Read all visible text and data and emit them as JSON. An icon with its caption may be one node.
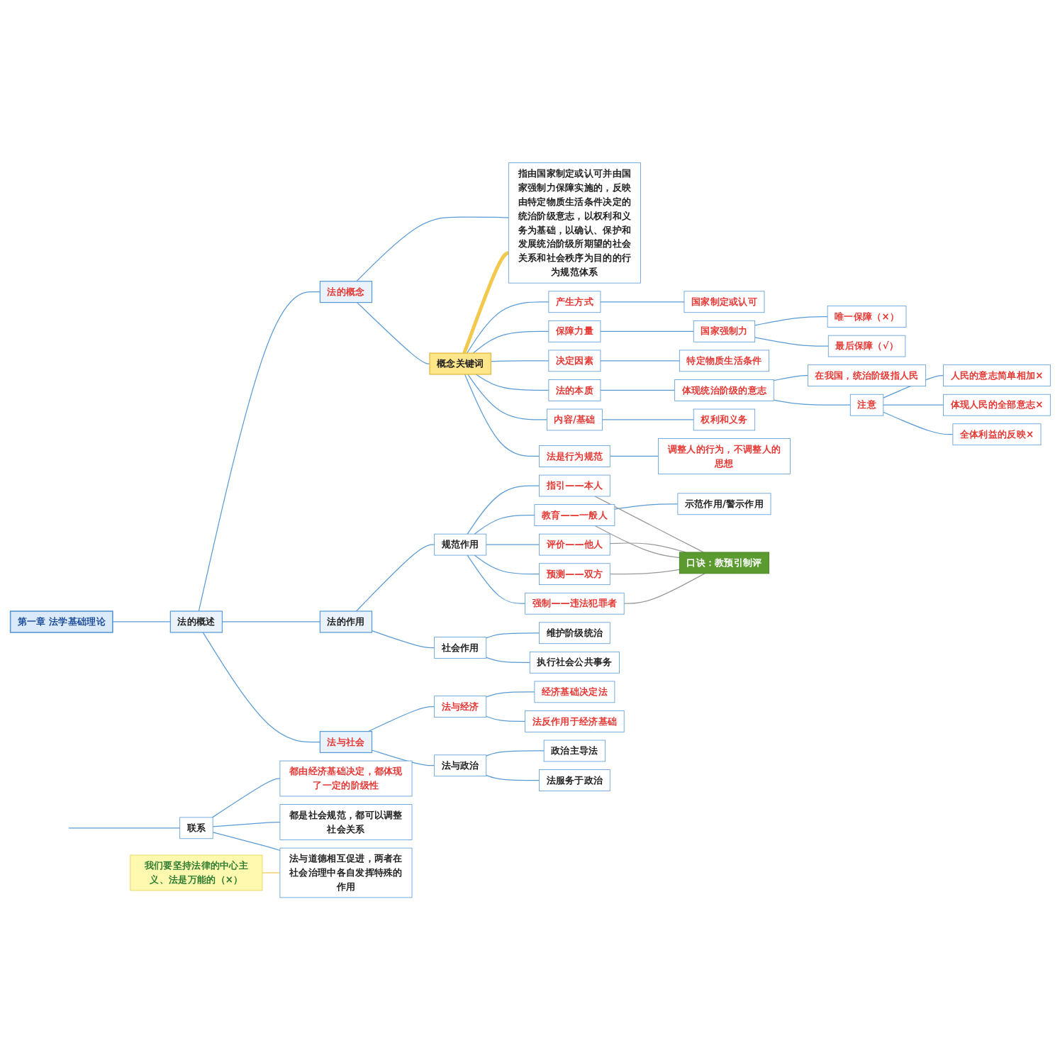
{
  "diagram": {
    "nodes": [
      {
        "text": [
          "第一章 法学基础理论"
        ]
      },
      {
        "text": [
          "法的概述"
        ]
      },
      {
        "text": [
          "法的概念"
        ]
      },
      {
        "text": [
          "指由国家制定或认可并由国家强制力保障实施的，反映由特定物质生活条件决定的统治阶级意志，以权利和义务为基础，以确认、保护和发展统治阶级所期望的社会关系和社会秩序为目的的行为规范体系"
        ]
      },
      {
        "text": [
          "概念关键词"
        ]
      },
      {
        "text": [
          "产生方式"
        ]
      },
      {
        "text": [
          "国家制定或认可"
        ]
      },
      {
        "text": [
          "保障力量"
        ]
      },
      {
        "text": [
          "国家强制力"
        ]
      },
      {
        "text": [
          "唯一保障（×）"
        ]
      },
      {
        "text": [
          "最后保障（√）"
        ]
      },
      {
        "text": [
          "决定因素"
        ]
      },
      {
        "text": [
          "特定物质生活条件"
        ]
      },
      {
        "text": [
          "法的本质"
        ]
      },
      {
        "text": [
          "体现统治阶级的意志"
        ]
      },
      {
        "text": [
          "在我国，统治阶级指人民"
        ]
      },
      {
        "text": [
          "注意"
        ]
      },
      {
        "text": [
          "人民的意志简单相加×"
        ]
      },
      {
        "text": [
          "体现人民的全部意志×"
        ]
      },
      {
        "text": [
          "全体利益的反映×"
        ]
      },
      {
        "text": [
          "内容/基础"
        ]
      },
      {
        "text": [
          "权利和义务"
        ]
      },
      {
        "text": [
          "法是行为规范"
        ]
      },
      {
        "text": [
          "调整人的行为，不调整人的思想"
        ]
      },
      {
        "text": [
          "法的作用"
        ]
      },
      {
        "text": [
          "规范作用"
        ]
      },
      {
        "text": [
          "指引——本人"
        ]
      },
      {
        "text": [
          "评价——他人"
        ]
      },
      {
        "text": [
          "教育——一般人"
        ]
      },
      {
        "text": [
          "示范作用/警示作用"
        ]
      },
      {
        "text": [
          "预测——双方"
        ]
      },
      {
        "text": [
          "强制——违法犯罪者"
        ]
      },
      {
        "text": [
          "口诀：教预引制评"
        ]
      },
      {
        "text": [
          "社会作用"
        ]
      },
      {
        "text": [
          "维护阶级统治"
        ]
      },
      {
        "text": [
          "执行社会公共事务"
        ]
      },
      {
        "text": [
          "法与社会"
        ]
      },
      {
        "text": [
          "法与经济"
        ]
      },
      {
        "text": [
          "经济基础决定法"
        ]
      },
      {
        "text": [
          "法反作用于经济基础"
        ]
      },
      {
        "text": [
          "法与政治"
        ]
      },
      {
        "text": [
          "政治主导法"
        ]
      },
      {
        "text": [
          "法服务于政治"
        ]
      },
      {
        "text": [
          "联系"
        ]
      },
      {
        "text": [
          "都由经济基础决定，都体现了一定的阶级性"
        ]
      },
      {
        "text": [
          "都是社会规范，都可以调整社会关系"
        ]
      },
      {
        "text": [
          "我们要坚持法律的中心主义、法是万能的（×）"
        ]
      },
      {
        "text": [
          "法与道德相互促进，两者在社会治理中各自发挥特殊的作用"
        ]
      }
    ],
    "edges": [
      {
        "from": 0,
        "to": 1,
        "arrow": "none"
      },
      {
        "from": 1,
        "to": 2,
        "arrow": "none"
      },
      {
        "from": 1,
        "to": 24,
        "arrow": "none"
      },
      {
        "from": 1,
        "to": 36,
        "arrow": "none"
      },
      {
        "from": 2,
        "to": 3,
        "arrow": "none"
      },
      {
        "from": 2,
        "to": 4,
        "arrow": "none"
      },
      {
        "from": 4,
        "to": 5,
        "arrow": "none"
      },
      {
        "from": 5,
        "to": 6,
        "arrow": "none"
      },
      {
        "from": 4,
        "to": 7,
        "arrow": "none"
      },
      {
        "from": 7,
        "to": 8,
        "arrow": "none"
      },
      {
        "from": 8,
        "to": 9,
        "arrow": "none"
      },
      {
        "from": 8,
        "to": 10,
        "arrow": "none"
      },
      {
        "from": 4,
        "to": 11,
        "arrow": "none"
      },
      {
        "from": 11,
        "to": 12,
        "arrow": "none"
      },
      {
        "from": 4,
        "to": 13,
        "arrow": "none"
      },
      {
        "from": 13,
        "to": 14,
        "arrow": "none"
      },
      {
        "from": 14,
        "to": 15,
        "arrow": "none"
      },
      {
        "from": 14,
        "to": 16,
        "arrow": "none"
      },
      {
        "from": 16,
        "to": 17,
        "arrow": "none"
      },
      {
        "from": 16,
        "to": 18,
        "arrow": "none"
      },
      {
        "from": 16,
        "to": 19,
        "arrow": "none"
      },
      {
        "from": 4,
        "to": 20,
        "arrow": "none"
      },
      {
        "from": 20,
        "to": 21,
        "arrow": "none"
      },
      {
        "from": 4,
        "to": 22,
        "arrow": "none"
      },
      {
        "from": 22,
        "to": 23,
        "arrow": "none"
      },
      {
        "from": 4,
        "to": 3,
        "arrow": "none",
        "style": "thick",
        "color": "#f2c94c"
      },
      {
        "from": 24,
        "to": 25,
        "arrow": "none"
      },
      {
        "from": 25,
        "to": 26,
        "arrow": "none"
      },
      {
        "from": 25,
        "to": 27,
        "arrow": "none"
      },
      {
        "from": 25,
        "to": 28,
        "arrow": "none"
      },
      {
        "from": 28,
        "to": 29,
        "arrow": "none"
      },
      {
        "from": 25,
        "to": 30,
        "arrow": "none"
      },
      {
        "from": 25,
        "to": 31,
        "arrow": "none"
      },
      {
        "from": 26,
        "to": 32,
        "arrow": "none",
        "color": "#999999"
      },
      {
        "from": 27,
        "to": 32,
        "arrow": "none",
        "color": "#999999"
      },
      {
        "from": 28,
        "to": 32,
        "arrow": "none",
        "color": "#999999"
      },
      {
        "from": 30,
        "to": 32,
        "arrow": "none",
        "color": "#999999"
      },
      {
        "from": 31,
        "to": 32,
        "arrow": "none",
        "color": "#999999"
      },
      {
        "from": 24,
        "to": 33,
        "arrow": "none"
      },
      {
        "from": 33,
        "to": 34,
        "arrow": "none"
      },
      {
        "from": 33,
        "to": 35,
        "arrow": "none"
      },
      {
        "from": 36,
        "to": 37,
        "arrow": "none"
      },
      {
        "from": 37,
        "to": 38,
        "arrow": "none"
      },
      {
        "from": 37,
        "to": 39,
        "arrow": "none"
      },
      {
        "from": 36,
        "to": 40,
        "arrow": "none"
      },
      {
        "from": 40,
        "to": 41,
        "arrow": "none"
      },
      {
        "from": 40,
        "to": 42,
        "arrow": "none"
      },
      {
        "from": null,
        "to": 43,
        "arrow": "none"
      },
      {
        "from": 43,
        "to": 44,
        "arrow": "none"
      },
      {
        "from": 43,
        "to": 45,
        "arrow": "none"
      },
      {
        "from": 43,
        "to": 47,
        "arrow": "none"
      },
      {
        "from": 46,
        "to": 47,
        "arrow": "none",
        "color": "#f2c94c"
      }
    ]
  }
}
